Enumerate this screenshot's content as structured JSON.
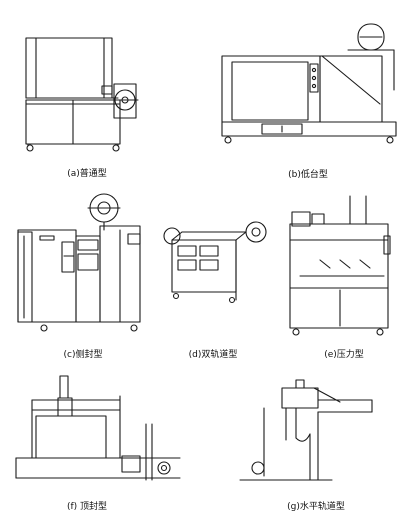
{
  "figures": [
    {
      "id": "a",
      "caption": "(a)普通型"
    },
    {
      "id": "b",
      "caption": "(b)低台型"
    },
    {
      "id": "c",
      "caption": "(c)侧封型"
    },
    {
      "id": "d",
      "caption": "(d)双轨道型"
    },
    {
      "id": "e",
      "caption": "(e)压力型"
    },
    {
      "id": "f",
      "caption": "(f) 顶封型"
    },
    {
      "id": "g",
      "caption": "(g)水平轨道型"
    }
  ]
}
